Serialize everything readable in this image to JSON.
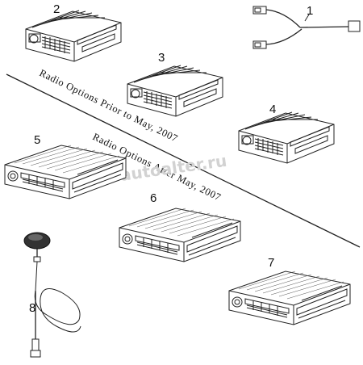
{
  "callouts": {
    "c1": "1",
    "c2": "2",
    "c3": "3",
    "c4": "4",
    "c5": "5",
    "c6": "6",
    "c7": "7",
    "c8": "8"
  },
  "era_labels": {
    "prior": "Radio Options  Prior to May, 2007",
    "after": "Radio Options  After May, 2007"
  },
  "watermark": "autoalter.ru"
}
